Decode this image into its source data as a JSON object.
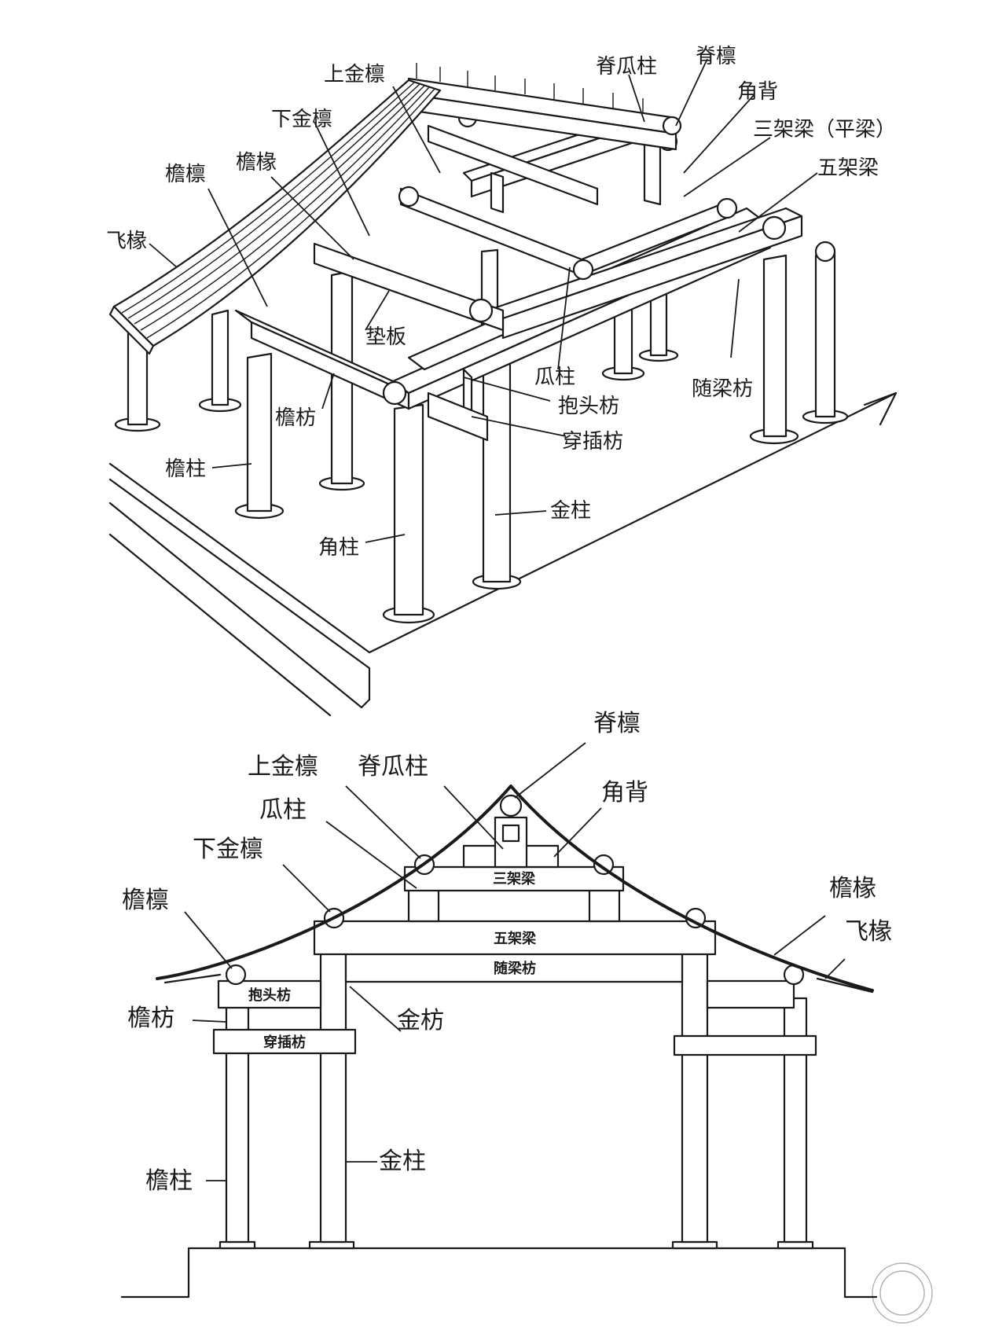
{
  "colors": {
    "ink": "#1a1a1a",
    "paper": "#ffffff"
  },
  "upper_view": {
    "labels": {
      "shang_jin_lin": "上金檩",
      "ji_gua_zhu": "脊瓜柱",
      "ji_lin": "脊檩",
      "xia_jin_lin": "下金檩",
      "jiao_bei": "角背",
      "san_jia_liang": "三架梁（平梁）",
      "wu_jia_liang": "五架梁",
      "yan_lin": "檐檩",
      "yan_chuan": "檐椽",
      "fei_chuan": "飞椽",
      "dian_ban": "垫板",
      "gua_zhu": "瓜柱",
      "sui_liang_fang": "随梁枋",
      "bao_tou_fang": "抱头枋",
      "yan_fang": "檐枋",
      "chuan_cha_fang": "穿插枋",
      "yan_zhu": "檐柱",
      "jin_zhu": "金柱",
      "jiao_zhu": "角柱"
    }
  },
  "section_view": {
    "labels": {
      "ji_lin": "脊檩",
      "shang_jin_lin": "上金檩",
      "ji_gua_zhu": "脊瓜柱",
      "jiao_bei": "角背",
      "gua_zhu": "瓜柱",
      "xia_jin_lin": "下金檩",
      "yan_lin": "檐檩",
      "yan_chuan": "檐椽",
      "fei_chuan": "飞椽",
      "yan_fang": "檐枋",
      "jin_fang": "金枋",
      "jin_zhu": "金柱",
      "yan_zhu": "檐柱"
    },
    "beam_labels": {
      "san_jia_liang": "三架梁",
      "wu_jia_liang": "五架梁",
      "sui_liang_fang": "随梁枋",
      "bao_tou_fang": "抱头枋",
      "chuan_cha_fang": "穿插枋"
    }
  }
}
